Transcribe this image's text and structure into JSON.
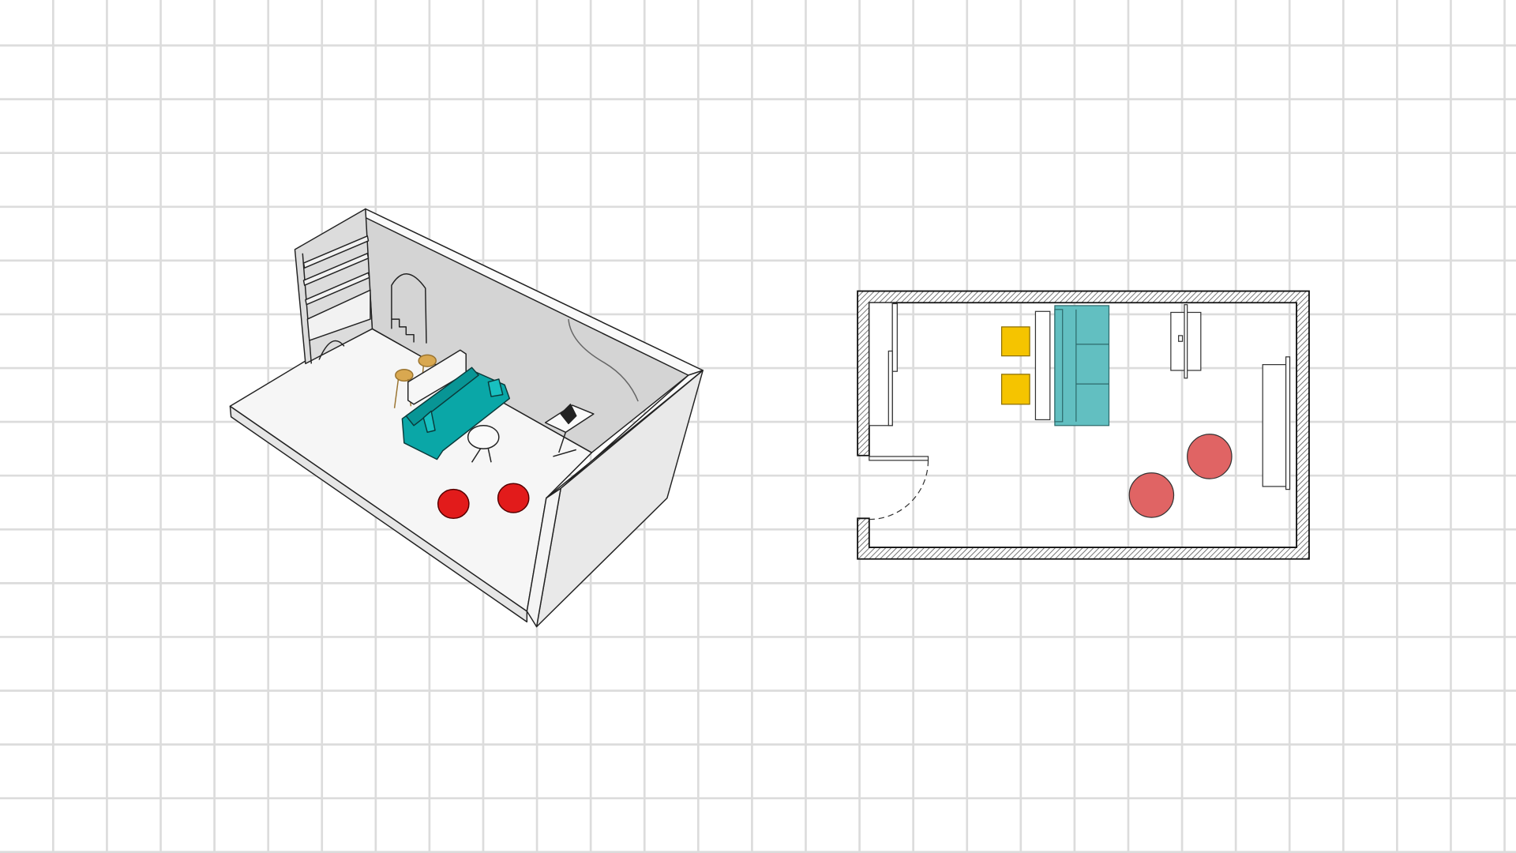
{
  "canvas": {
    "background": "#ffffff",
    "grid_color": "#dcdcdc"
  },
  "isometric_view": {
    "items": [
      "bookshelf-wall",
      "arched-niche",
      "bar-stools",
      "partition",
      "sofa",
      "side-table",
      "laptop-desk",
      "poufs"
    ],
    "colors": {
      "wall": "#d4d4d4",
      "floor": "#f6f6f6",
      "sofa": "#0aa7a7",
      "pouf": "#e21b1b",
      "stool": "#d9a850"
    }
  },
  "floor_plan": {
    "items": [
      "door",
      "shelf-unit",
      "bar-stools",
      "partition",
      "sofa",
      "desk",
      "tv-unit",
      "poufs"
    ],
    "colors": {
      "wall_hatch": "#555555",
      "sofa": "#62bfc1",
      "stool": "#f5c400",
      "pouf": "#e06464"
    }
  }
}
